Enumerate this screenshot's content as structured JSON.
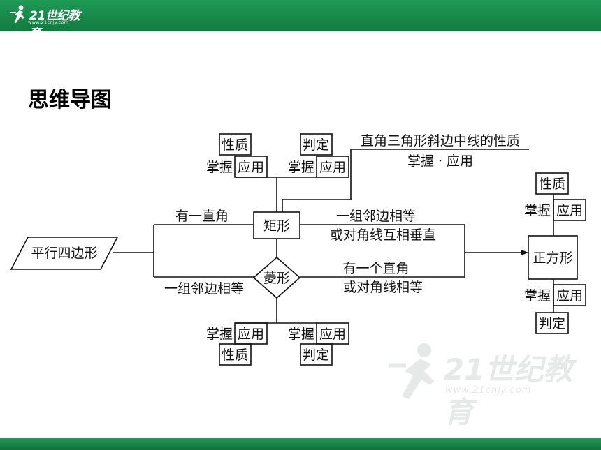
{
  "header": {
    "logo_main": "21世纪教育",
    "logo_sub": "www.21cnjy.com"
  },
  "section_title": "思维导图",
  "watermark": {
    "main": "21世纪教育",
    "sub": "www.21cnjy.com"
  },
  "diagram": {
    "parallelogram": "平行四边形",
    "rectangle": "矩形",
    "rhombus": "菱形",
    "square": "正方形",
    "property": "性质",
    "judgement": "判定",
    "master": "掌握",
    "apply": "应用",
    "median_title": "直角三角形斜边中线的性质",
    "median_sub": "掌握 · 应用",
    "cond_right_angle": "有一直角",
    "cond_adjacent_equal": "一组邻边相等",
    "cond_rect_to_square_1": "一组邻边相等",
    "cond_rect_to_square_2": "或对角线互相垂直",
    "cond_rhombus_to_square_1": "有一个直角",
    "cond_rhombus_to_square_2": "或对角线相等"
  }
}
